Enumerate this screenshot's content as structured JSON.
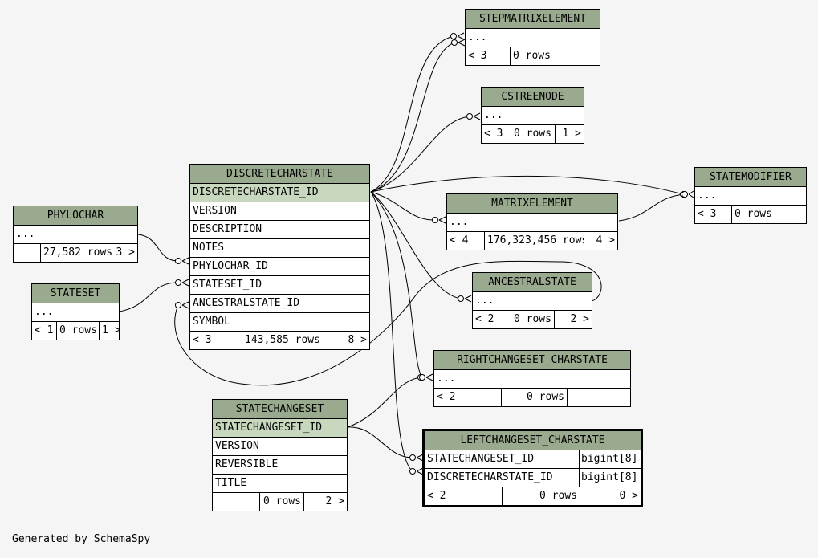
{
  "footer": "Generated by SchemaSpy",
  "tables": {
    "stepmatrixelement": {
      "name": "STEPMATRIXELEMENT",
      "cols": [
        "..."
      ],
      "foot": [
        "< 3",
        "0 rows",
        ""
      ]
    },
    "cstreenode": {
      "name": "CSTREENODE",
      "cols": [
        "..."
      ],
      "foot": [
        "< 3",
        "0 rows",
        "1 >"
      ]
    },
    "statemodifier": {
      "name": "STATEMODIFIER",
      "cols": [
        "..."
      ],
      "foot": [
        "< 3",
        "0 rows",
        ""
      ]
    },
    "matrixelement": {
      "name": "MATRIXELEMENT",
      "cols": [
        "..."
      ],
      "foot": [
        "< 4",
        "176,323,456 rows",
        "4 >"
      ]
    },
    "ancestralstate": {
      "name": "ANCESTRALSTATE",
      "cols": [
        "..."
      ],
      "foot": [
        "< 2",
        "0 rows",
        "2 >"
      ]
    },
    "rightchangeset_charstate": {
      "name": "RIGHTCHANGESET_CHARSTATE",
      "cols": [
        "..."
      ],
      "foot": [
        "< 2",
        "0 rows",
        ""
      ]
    },
    "leftchangeset_charstate": {
      "name": "LEFTCHANGESET_CHARSTATE",
      "cols": [
        {
          "name": "STATECHANGESET_ID",
          "type": "bigint[8]"
        },
        {
          "name": "DISCRETECHARSTATE_ID",
          "type": "bigint[8]"
        }
      ],
      "foot": [
        "< 2",
        "0 rows",
        "0 >"
      ]
    },
    "discretecharstate": {
      "name": "DISCRETECHARSTATE",
      "cols": [
        "DISCRETECHARSTATE_ID",
        "VERSION",
        "DESCRIPTION",
        "NOTES",
        "PHYLOCHAR_ID",
        "STATESET_ID",
        "ANCESTRALSTATE_ID",
        "SYMBOL"
      ],
      "foot": [
        "< 3",
        "143,585 rows",
        "8 >"
      ]
    },
    "phylochar": {
      "name": "PHYLOCHAR",
      "cols": [
        "..."
      ],
      "foot": [
        "",
        "27,582 rows",
        "3 >"
      ]
    },
    "stateset": {
      "name": "STATESET",
      "cols": [
        "..."
      ],
      "foot": [
        "< 1",
        "0 rows",
        "1 >"
      ]
    },
    "statechangeset": {
      "name": "STATECHANGESET",
      "cols": [
        "STATECHANGESET_ID",
        "VERSION",
        "REVERSIBLE",
        "TITLE"
      ],
      "foot": [
        "",
        "0 rows",
        "2 >"
      ]
    }
  }
}
